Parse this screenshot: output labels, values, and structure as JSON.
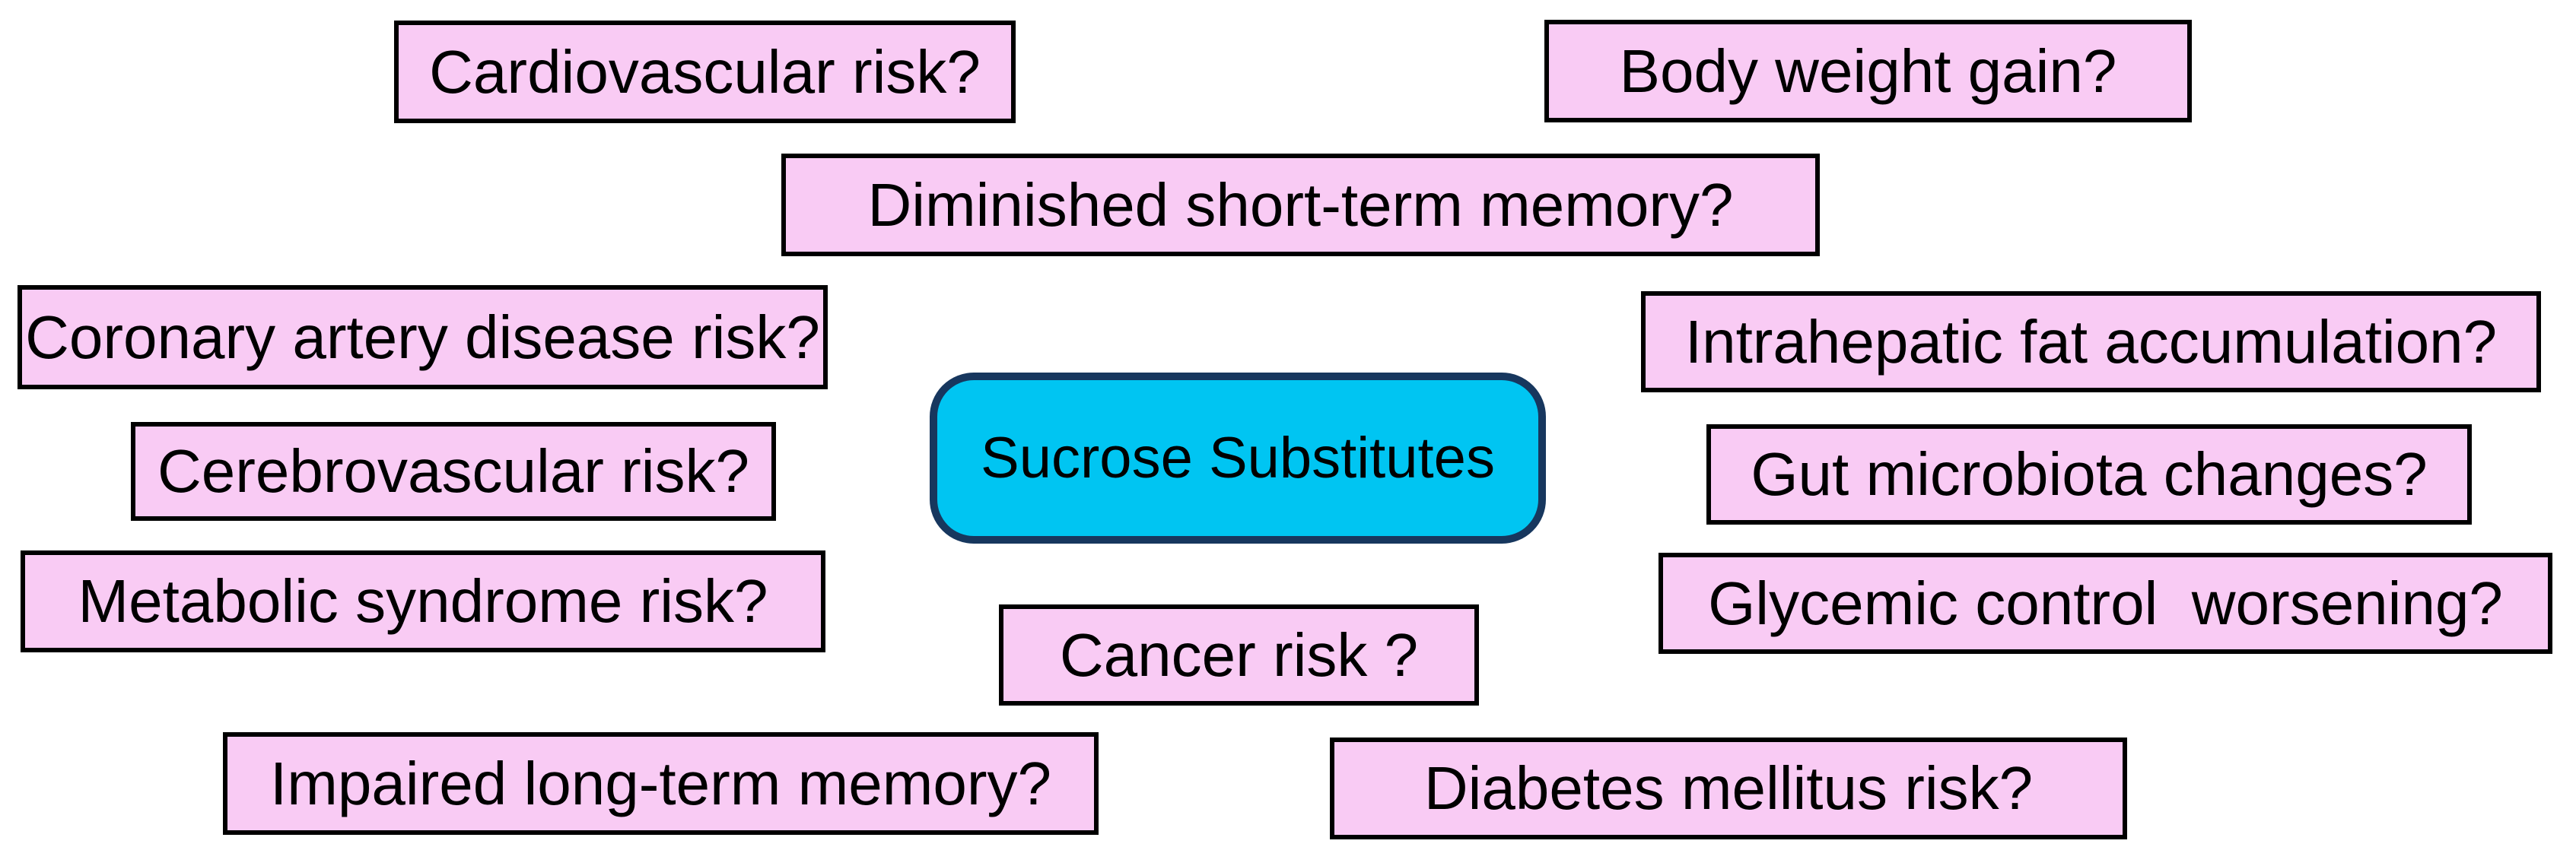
{
  "figure": {
    "background": "#ffffff",
    "colors": {
      "question_fill": "#f9cbf4",
      "question_border": "#000000",
      "center_fill": "#00c5f2",
      "center_border": "#17375e",
      "text": "#000000"
    },
    "center_node": {
      "label": "Sucrose Substitutes"
    },
    "question_nodes": [
      {
        "id": "cardiovascular-risk",
        "label": "Cardiovascular risk?"
      },
      {
        "id": "body-weight-gain",
        "label": "Body weight gain?"
      },
      {
        "id": "diminished-short-term-memory",
        "label": "Diminished short-term memory?"
      },
      {
        "id": "coronary-artery-disease-risk",
        "label": "Coronary artery disease risk?"
      },
      {
        "id": "intrahepatic-fat-accumulation",
        "label": "Intrahepatic fat accumulation?"
      },
      {
        "id": "cerebrovascular-risk",
        "label": "Cerebrovascular risk?"
      },
      {
        "id": "gut-microbiota-changes",
        "label": "Gut microbiota changes?"
      },
      {
        "id": "metabolic-syndrome-risk",
        "label": "Metabolic syndrome risk?"
      },
      {
        "id": "glycemic-control-worsening",
        "label": "Glycemic control  worsening?"
      },
      {
        "id": "cancer-risk",
        "label": "Cancer risk ?"
      },
      {
        "id": "impaired-long-term-memory",
        "label": "Impaired long-term memory?"
      },
      {
        "id": "diabetes-mellitus-risk",
        "label": "Diabetes mellitus risk?"
      }
    ]
  }
}
